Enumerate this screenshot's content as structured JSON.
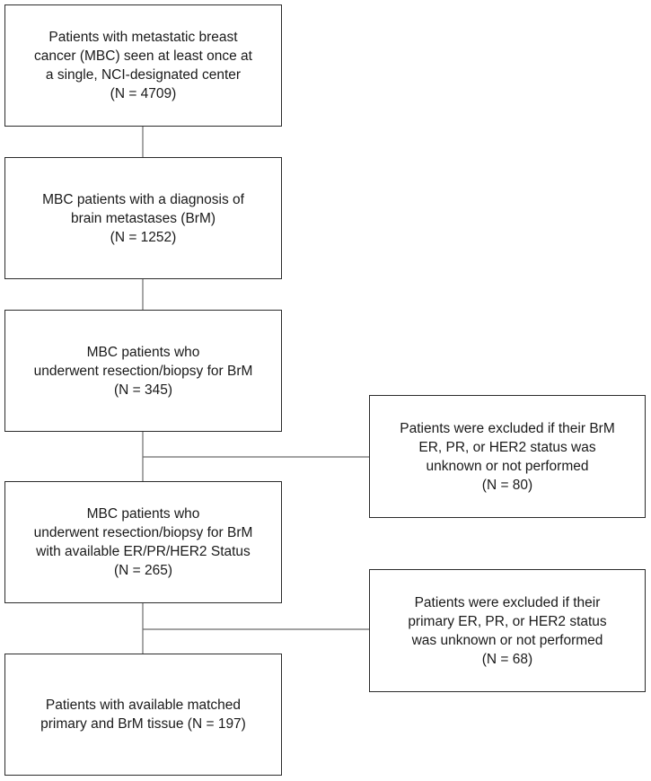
{
  "flowchart": {
    "steps": [
      {
        "text": "Patients with metastatic breast\ncancer (MBC) seen at least once at\na single, NCI-designated center\n(N = 4709)"
      },
      {
        "text": "MBC patients with a diagnosis of\nbrain metastases (BrM)\n(N = 1252)"
      },
      {
        "text": "MBC patients who\nunderwent resection/biopsy for BrM\n(N = 345)"
      },
      {
        "text": "MBC patients who\nunderwent resection/biopsy for BrM\nwith available ER/PR/HER2 Status\n(N = 265)"
      },
      {
        "text": "Patients with available matched\nprimary and BrM tissue (N = 197)"
      }
    ],
    "exclusions": [
      {
        "text": "Patients were excluded if their BrM\nER, PR, or HER2 status was\nunknown or not performed\n(N = 80)"
      },
      {
        "text": "Patients were excluded if their\nprimary ER, PR, or HER2 status\nwas unknown or not performed\n(N = 68)"
      }
    ]
  }
}
